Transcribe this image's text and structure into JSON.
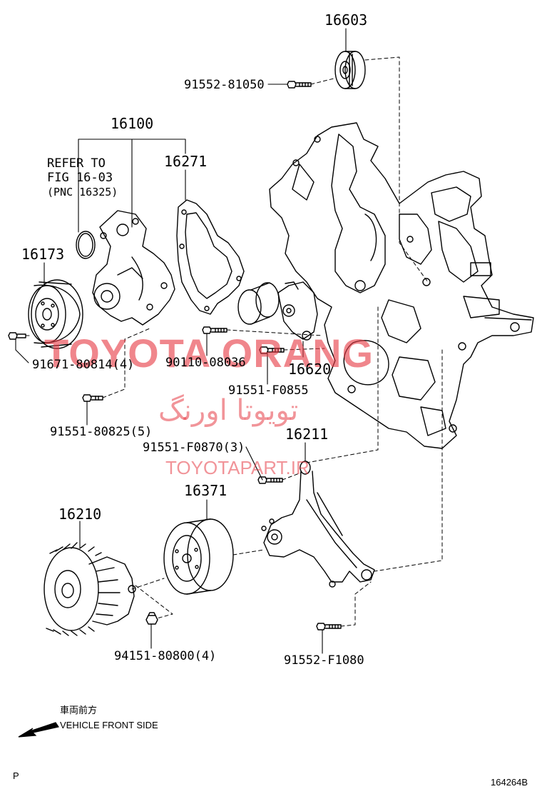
{
  "parts": {
    "p16603": "16603",
    "p91552_81050": "91552-81050",
    "p16100": "16100",
    "p16271": "16271",
    "refer_line1": "REFER TO",
    "refer_line2": "FIG 16-03",
    "refer_line3": "(PNC 16325)",
    "p16173": "16173",
    "p91671": "91671-80814(4)",
    "p90110": "90110-08036",
    "p16620": "16620",
    "p91551_f0855": "91551-F0855",
    "p91551_80825": "91551-80825(5)",
    "p91551_f0870": "91551-F0870(3)",
    "p16211": "16211",
    "p16371": "16371",
    "p16210": "16210",
    "p94151": "94151-80800(4)",
    "p91552_f1080": "91552-F1080"
  },
  "watermark": {
    "main": "TOYOTA ORANG",
    "farsi": "تویوتا اورنگ",
    "url": "TOYOTAPART.IR",
    "color": "#e63c46"
  },
  "front_side": {
    "japanese": "車両前方",
    "english": "VEHICLE FRONT SIDE",
    "icon": "arrow-icon"
  },
  "footer": {
    "left": "P",
    "code": "164264B"
  }
}
